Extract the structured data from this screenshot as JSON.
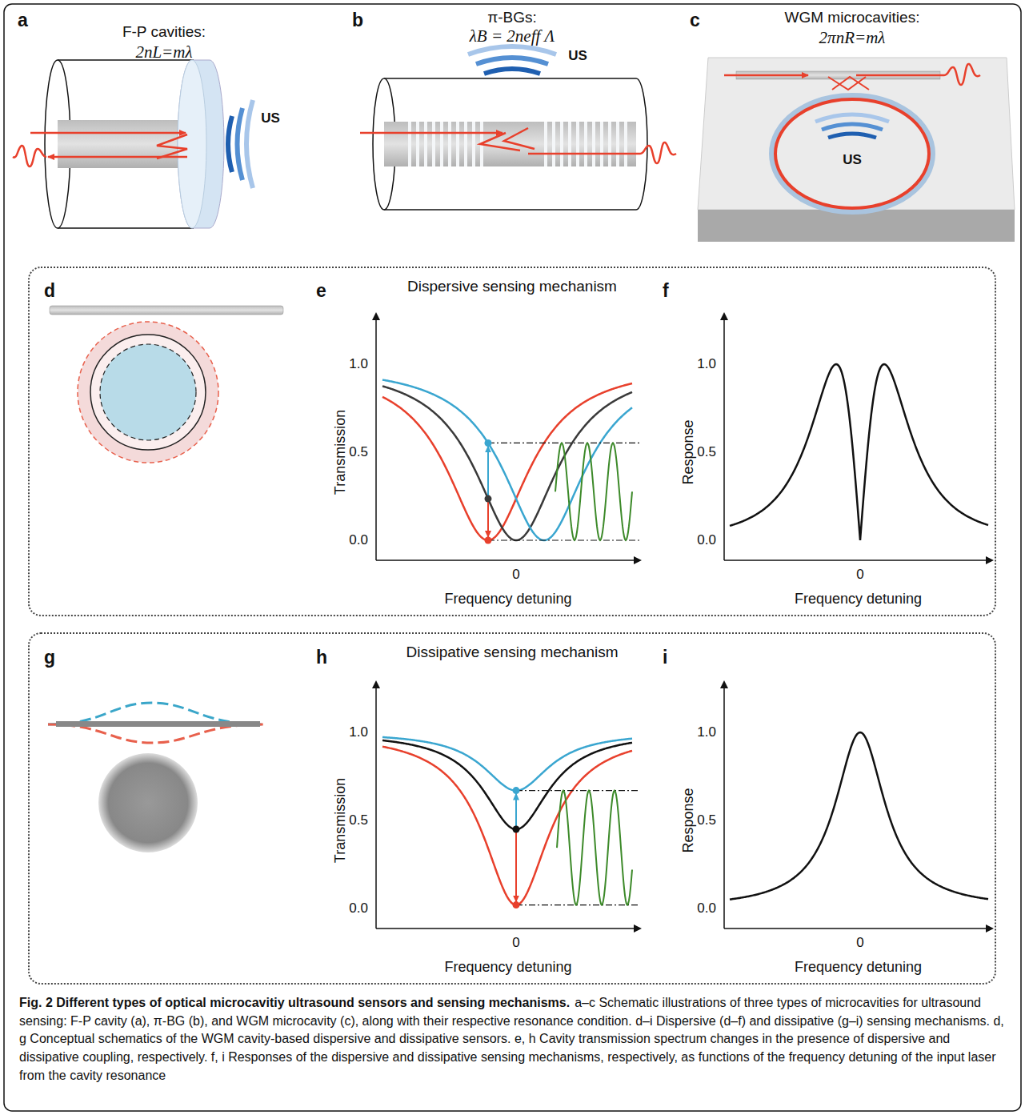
{
  "diagram": {
    "title": "Fig. 2 Different types of optical microcavitiy ultrasound sensors and sensing mechanisms.",
    "caption": "a–c Schematic illustrations of three types of microcavities for ultrasound sensing: F-P cavity (a), π-BG (b), and WGM microcavity (c), along with their respective resonance condition. d–i Dispersive (d–f) and dissipative (g–i) sensing mechanisms. d, g Conceptual schematics of the WGM cavity-based dispersive and dissipative sensors. e, h Cavity transmission spectrum changes in the presence of dispersive and dissipative coupling, respectively. f, i Responses of the dispersive and dissipative sensing mechanisms, respectively, as functions of the frequency detuning of the input laser from the cavity resonance",
    "nodes": [
      {
        "text": [
          "Dispersive sensing mechanism"
        ]
      },
      {
        "text": [
          "Dissipative sensing mechanism"
        ]
      }
    ],
    "labels": [
      "a",
      "F-P cavities:",
      "2nL=mλ",
      "US",
      "b",
      "π-BGs:",
      "λB = 2neff Λ",
      "US",
      "c",
      "WGM microcavities:",
      "2πnR=mλ",
      "US",
      "d",
      "e",
      "f",
      "1.0",
      "0.5",
      "0.0",
      "Transmission",
      "0",
      "Frequency detuning",
      "1.0",
      "0.5",
      "0.0",
      "Response",
      "0",
      "Frequency detuning",
      "g",
      "h",
      "i",
      "1.0",
      "0.5",
      "0.0",
      "Transmission",
      "0",
      "Frequency detuning",
      "1.0",
      "0.5",
      "0.0",
      "Response",
      "0",
      "Frequency detuning"
    ]
  }
}
